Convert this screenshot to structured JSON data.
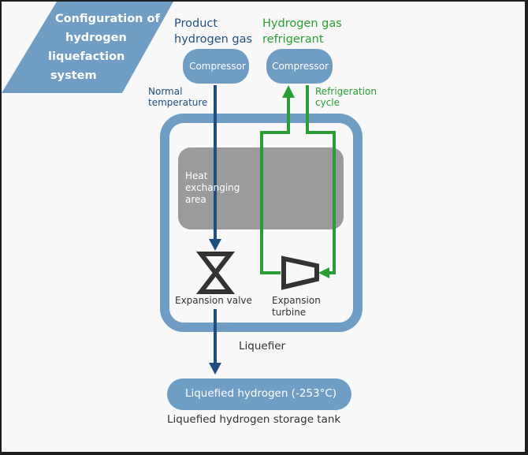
{
  "title_lines": [
    "Configuration  of",
    "hydrogen",
    "liquefaction",
    "system"
  ],
  "product_gas": {
    "line1": "Product",
    "line2": "hydrogen gas"
  },
  "refrigerant_gas": {
    "line1": "Hydrogen gas",
    "line2": "refrigerant"
  },
  "compressor_left": "Compressor",
  "compressor_right": "Compressor",
  "normal_temperature": {
    "line1": "Normal",
    "line2": "temperature"
  },
  "refrigeration_cycle": {
    "line1": "Refrigeration",
    "line2": "cycle"
  },
  "heat_exchanging_area": {
    "line1": "Heat",
    "line2": "exchanging",
    "line3": "area"
  },
  "expansion_valve": "Expansion valve",
  "expansion_turbine": {
    "line1": "Expansion",
    "line2": "turbine"
  },
  "liquefier": "Liquefier",
  "liquefied_hydrogen": "Liquefied hydrogen (-253°C)",
  "storage_tank": "Liquefied hydrogen storage tank",
  "colors": {
    "box_blue": "#6f9dc3",
    "flow_dark_blue": "#1f4e80",
    "flow_green": "#2a9d34",
    "heat_gray": "#999b9c",
    "symbol_dark": "#333333"
  }
}
